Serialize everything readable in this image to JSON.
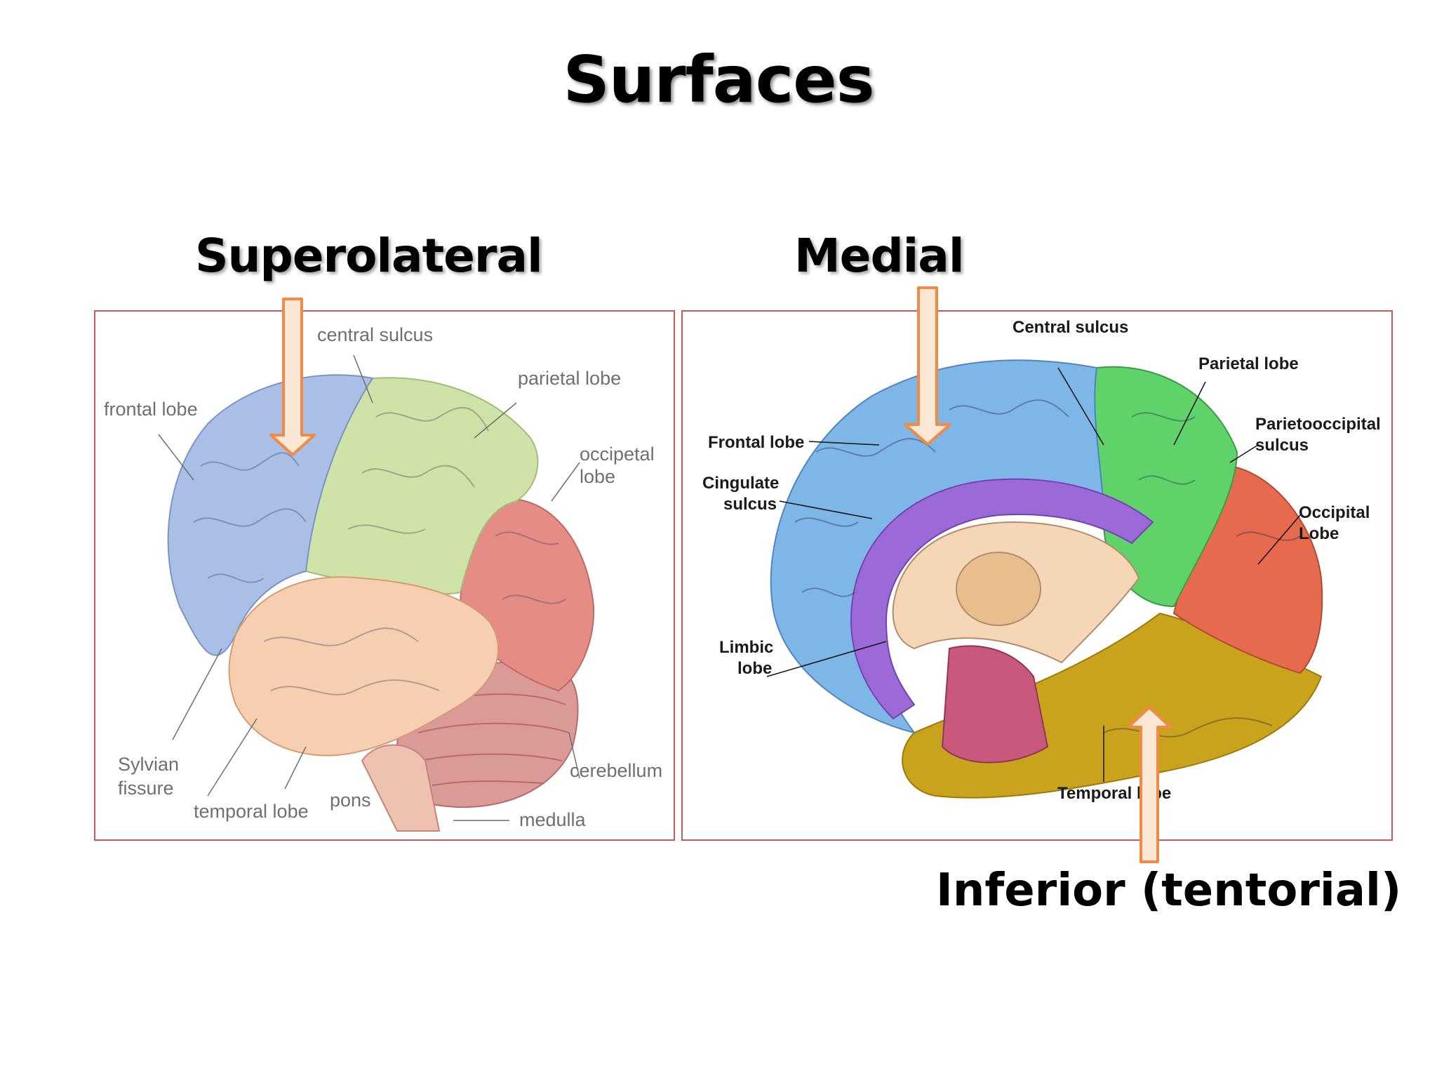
{
  "slide": {
    "title": "Surfaces",
    "headings": {
      "superolateral": "Superolateral",
      "medial": "Medial",
      "inferior": "Inferior (tentorial)"
    }
  },
  "lateral_view": {
    "labels": {
      "central_sulcus": "central sulcus",
      "parietal_lobe": "parietal lobe",
      "frontal_lobe": "frontal lobe",
      "occipital_lobe_1": "occipetal",
      "occipital_lobe_2": "lobe",
      "sylvian_1": "Sylvian",
      "sylvian_2": "fissure",
      "temporal_lobe": "temporal lobe",
      "pons": "pons",
      "cerebellum": "cerebellum",
      "medulla": "medulla"
    }
  },
  "medial_view": {
    "labels": {
      "central_sulcus": "Central sulcus",
      "parietal_lobe": "Parietal lobe",
      "parietooccipital_1": "Parietooccipital",
      "parietooccipital_2": "sulcus",
      "frontal_lobe": "Frontal lobe",
      "cingulate_1": "Cingulate",
      "cingulate_2": "sulcus",
      "occipital_1": "Occipital",
      "occipital_2": "Lobe",
      "limbic_1": "Limbic",
      "limbic_2": "lobe",
      "temporal_lobe": "Temporal lobe"
    }
  },
  "colors": {
    "arrow_fill": "#fbe7d6",
    "arrow_stroke": "#f08a45",
    "panel_border": "#c9585c",
    "frontal": "#a9bfe6",
    "parietal": "#cfe3a8",
    "occipital": "#e58c85",
    "temporal": "#f6cfb0",
    "cerebellum": "#d99a98",
    "medial_frontal": "#7fb6e8",
    "medial_parietal": "#5fd36a",
    "medial_occipital": "#e56a4e",
    "limbic": "#9b6ad6",
    "medial_temporal": "#c9a31c"
  }
}
